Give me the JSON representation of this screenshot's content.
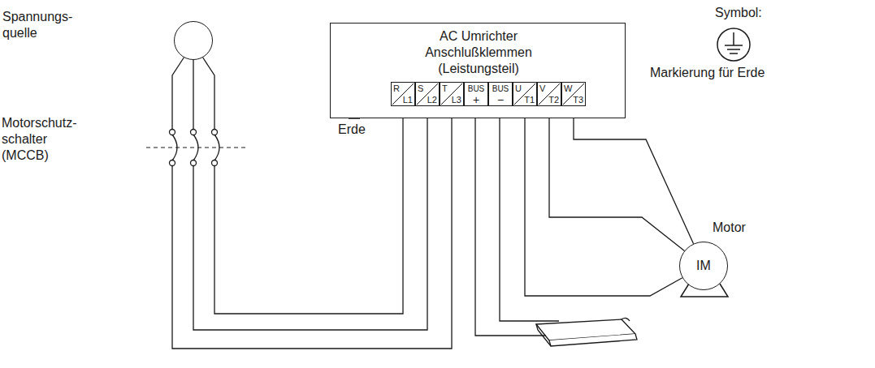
{
  "diagram": {
    "nodes": [
      {
        "text": [
          "Spannungs- quelle"
        ]
      },
      {
        "text": [
          "AC Umrichter Anschlußklemmen (Leistungsteil)"
        ]
      },
      {
        "text": [
          "R",
          "L1"
        ],
        "in": 1
      },
      {
        "text": [
          "S",
          "L2"
        ],
        "in": 1
      },
      {
        "text": [
          "T",
          "L3"
        ],
        "in": 1
      },
      {
        "text": [
          "BUS",
          "+"
        ],
        "in": 1
      },
      {
        "text": [
          "BUS",
          "−"
        ],
        "in": 1
      },
      {
        "text": [
          "U",
          "T1"
        ],
        "in": 1
      },
      {
        "text": [
          "V",
          "T2"
        ],
        "in": 1
      },
      {
        "text": [
          "W",
          "T3"
        ],
        "in": 1
      },
      {
        "text": [
          "Motor",
          "IM"
        ]
      }
    ],
    "edges": [
      {
        "from": 0,
        "to": 2,
        "arrow": "none"
      },
      {
        "from": 0,
        "to": 3,
        "arrow": "none"
      },
      {
        "from": 0,
        "to": 4,
        "arrow": "none"
      },
      {
        "from": 7,
        "to": 10,
        "arrow": "none"
      },
      {
        "from": 8,
        "to": 10,
        "arrow": "none"
      },
      {
        "from": 9,
        "to": 10,
        "arrow": "none"
      }
    ],
    "labels": [
      "Motorschutz- schalter (MCCB)",
      "Erde",
      "Symbol:",
      "Markierung für Erde"
    ]
  }
}
